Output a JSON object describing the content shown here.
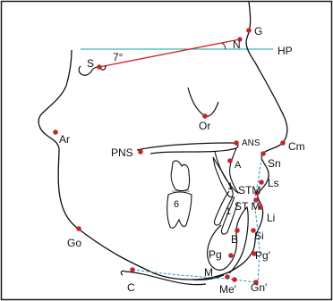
{
  "diagram": {
    "angle_label": "7°",
    "reference_line_label": "HP",
    "colors": {
      "frame": "#1a1a1a",
      "outline": "#111111",
      "landmark_dot": "#c0272d",
      "sn_line": "#d8202a",
      "hp_line": "#3cb9b4",
      "soft_tissue_dashes": "#2a8fc4"
    },
    "landmarks": {
      "G": "G",
      "N": "N",
      "S": "S",
      "Ar": "Ar",
      "Or": "Or",
      "PNS": "PNS",
      "ANS": "ANS",
      "Cm": "Cm",
      "Sn": "Sn",
      "A": "A",
      "Ls": "Ls",
      "STM_upper": "STM",
      "STM_lower": "ST M",
      "Li": "Li",
      "Si": "Si",
      "B": "B",
      "Pg": "Pg",
      "Pg_soft": "Pg′",
      "Go": "Go",
      "M": "M",
      "Me_soft": "Me′",
      "Gn_soft": "Gn′",
      "C": "C"
    },
    "tooth_numbers": {
      "molar": "6",
      "upper_incisor": "1",
      "lower_incisor": "1"
    }
  }
}
